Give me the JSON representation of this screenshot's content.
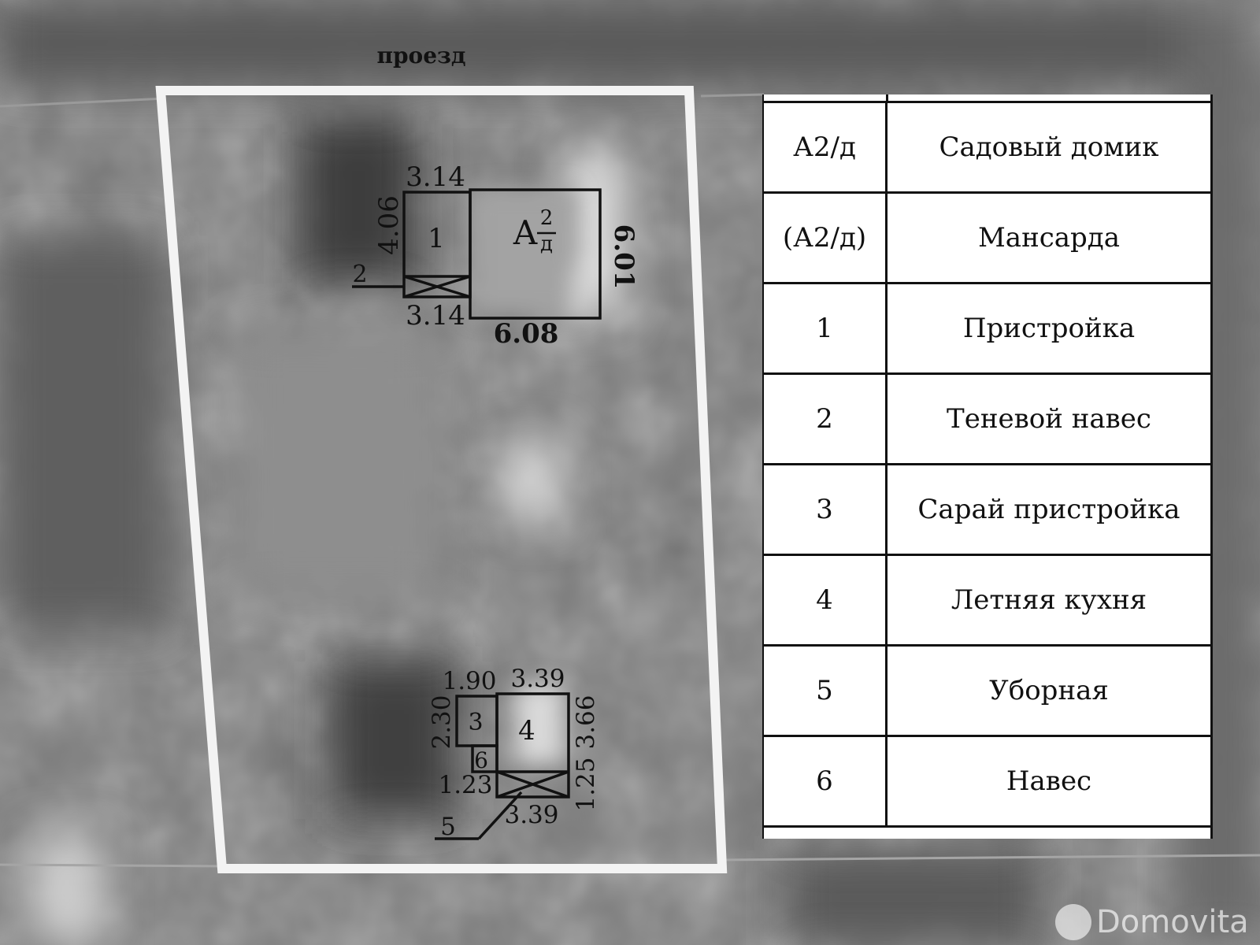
{
  "road_label": "проезд",
  "plot": {
    "house": {
      "label_main": "А",
      "label_sup": "2",
      "label_sub": "д",
      "dim_width": "6.08",
      "dim_height": "6.01"
    },
    "annex": {
      "label": "1",
      "dim_top": "3.14",
      "dim_bottom": "3.14",
      "dim_height": "4.06"
    },
    "shade_canopy": {
      "label": "2"
    },
    "shed": {
      "label": "3",
      "dim_top": "1.90",
      "dim_height": "2.30"
    },
    "kitchen": {
      "label": "4",
      "dim_top": "3.39",
      "dim_bottom": "3.39",
      "dim_height": "3.66",
      "dim_lower": "1.25"
    },
    "toilet": {
      "label": "5",
      "dim_left": "1.23"
    },
    "canopy": {
      "label": "6"
    }
  },
  "legend": {
    "rows": [
      {
        "code": "А2/д",
        "name": "Садовый домик"
      },
      {
        "code": "(А2/д)",
        "name": "Мансарда"
      },
      {
        "code": "1",
        "name": "Пристройка"
      },
      {
        "code": "2",
        "name": "Теневой навес"
      },
      {
        "code": "3",
        "name": "Сарай пристройка"
      },
      {
        "code": "4",
        "name": "Летняя кухня"
      },
      {
        "code": "5",
        "name": "Уборная"
      },
      {
        "code": "6",
        "name": "Навес"
      }
    ]
  },
  "watermark": "Domovita"
}
